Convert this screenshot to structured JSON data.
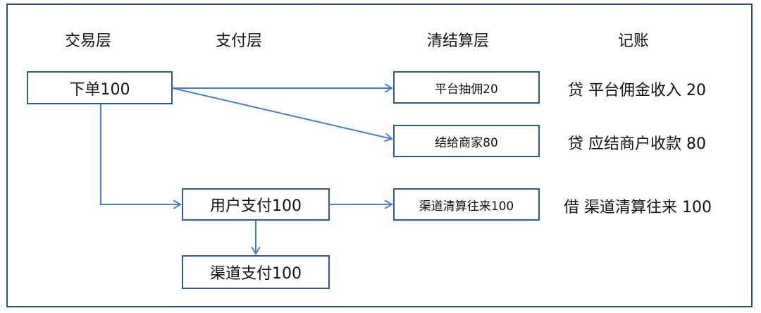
{
  "columns": {
    "trade": "交易层",
    "payment": "支付层",
    "clearing": "清结算层",
    "bookkeeping": "记账"
  },
  "nodes": {
    "order": "下单100",
    "user_pay": "用户支付100",
    "channel_pay": "渠道支付100",
    "commission": "平台抽佣20",
    "merchant_settle": "结给商家80",
    "channel_clearing": "渠道清算往来100"
  },
  "entries": {
    "commission_entry": "贷 平台佣金收入 20",
    "merchant_entry": "贷 应结商户收款 80",
    "channel_entry": "借 渠道清算往来 100"
  },
  "colors": {
    "frame": "#2f4f7f",
    "box_border": "#2f5a8f",
    "arrow": "#4a7cc9"
  }
}
